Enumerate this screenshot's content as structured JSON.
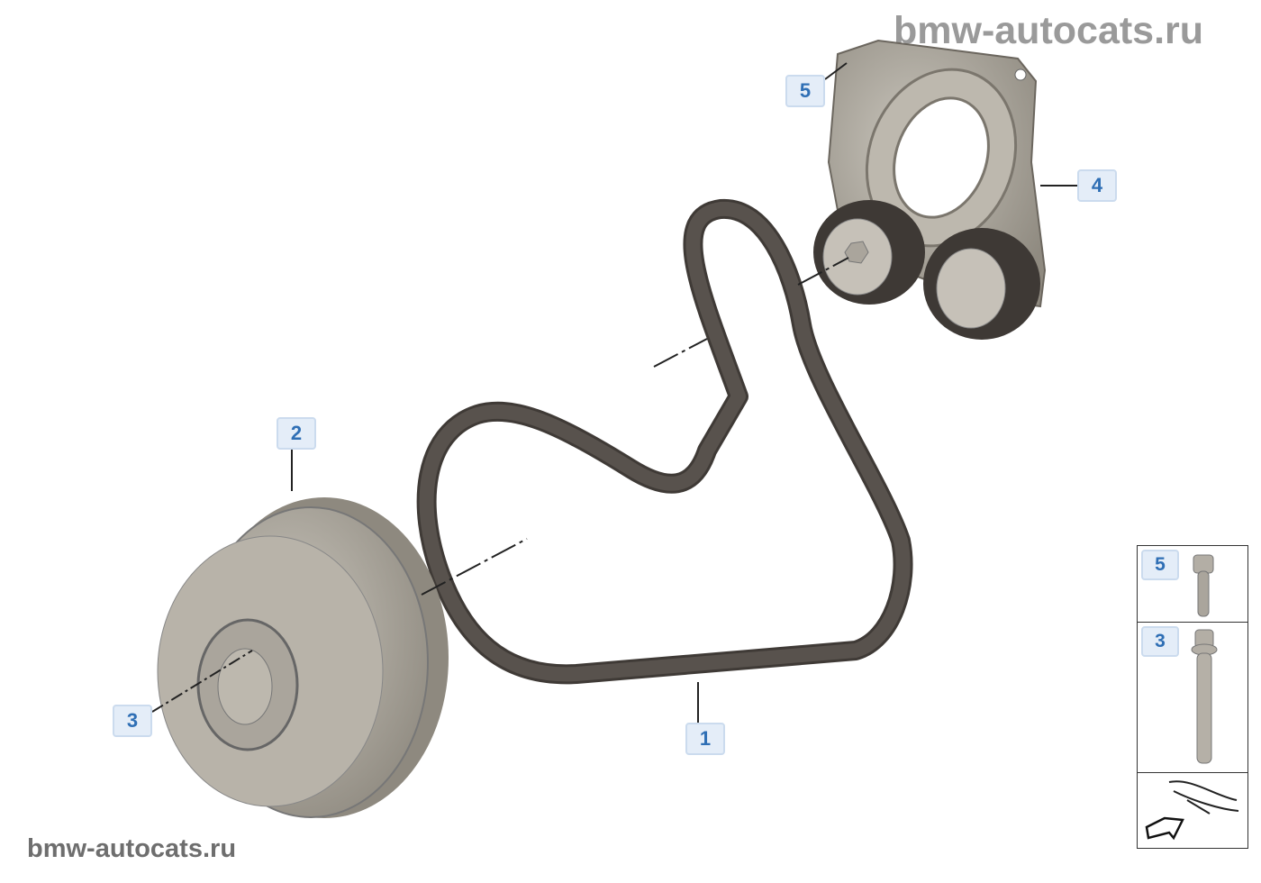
{
  "watermarks": {
    "top": "bmw-autocats.ru",
    "bottom": "bmw-autocats.ru"
  },
  "callouts": [
    {
      "id": "1",
      "part": "ribbed-v-belt"
    },
    {
      "id": "2",
      "part": "vibration-damper"
    },
    {
      "id": "3",
      "part": "damper-bolt"
    },
    {
      "id": "4",
      "part": "tensioner-assembly"
    },
    {
      "id": "5",
      "part": "tensioner-bolt"
    }
  ],
  "side_panel": {
    "items": [
      {
        "label": "5"
      },
      {
        "label": "3"
      }
    ],
    "nav_icon": "vehicle-front-arrow-icon"
  },
  "colors": {
    "callout_text": "#2f6fb5",
    "callout_bg": "#e4edf8",
    "belt": "#4a4541",
    "metal": "#a8a398"
  }
}
